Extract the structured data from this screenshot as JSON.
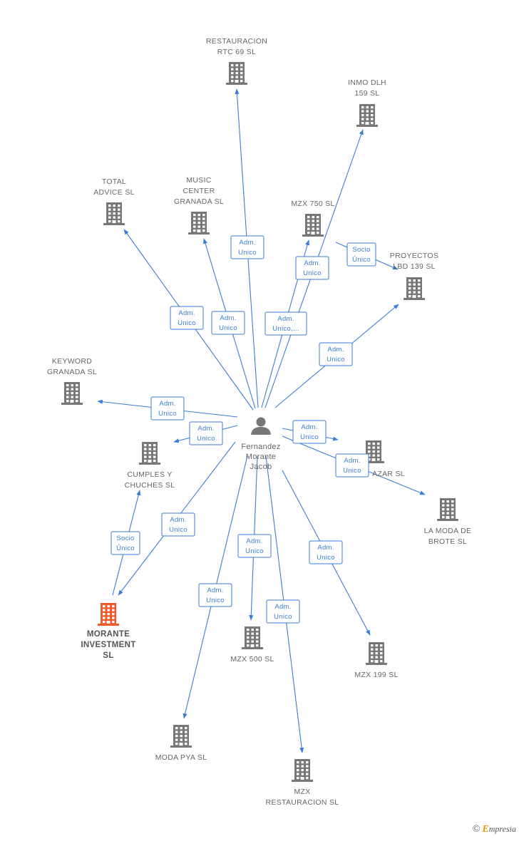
{
  "colors": {
    "edge": "#3b7dd8",
    "building": "#777777",
    "building_highlight": "#f2592a",
    "person": "#777777",
    "brand_e": "#f29200"
  },
  "person": {
    "name_lines": [
      "Fernandez",
      "Morante",
      "Jacob"
    ],
    "icon": "person-icon"
  },
  "companies": [
    {
      "id": "restauracion-rtc-69",
      "lines": [
        "RESTAURACION",
        "RTC 69 SL"
      ],
      "icon": "building-icon"
    },
    {
      "id": "inmo-dlh-159",
      "lines": [
        "INMO DLH",
        "159 SL"
      ],
      "icon": "building-icon"
    },
    {
      "id": "total-advice",
      "lines": [
        "TOTAL",
        "ADVICE  SL"
      ],
      "icon": "building-icon"
    },
    {
      "id": "music-center-granada",
      "lines": [
        "MUSIC",
        "CENTER",
        "GRANADA SL"
      ],
      "icon": "building-icon"
    },
    {
      "id": "mzx-750",
      "lines": [
        "MZX 750 SL"
      ],
      "icon": "building-icon"
    },
    {
      "id": "proyectos-lbd-139",
      "lines": [
        "PROYECTOS",
        "LBD 139 SL"
      ],
      "icon": "building-icon"
    },
    {
      "id": "keyword-granada",
      "lines": [
        "KEYWORD",
        "GRANADA SL"
      ],
      "icon": "building-icon"
    },
    {
      "id": "cumples-y-chuches",
      "lines": [
        "CUMPLES Y",
        "CHUCHES  SL"
      ],
      "icon": "building-icon"
    },
    {
      "id": "azar",
      "lines": [
        "AZAR SL"
      ],
      "icon": "building-icon"
    },
    {
      "id": "la-moda-de-brote",
      "lines": [
        "LA MODA DE",
        "BROTE  SL"
      ],
      "icon": "building-icon"
    },
    {
      "id": "morante-investment",
      "lines": [
        "MORANTE",
        "INVESTMENT",
        "SL"
      ],
      "icon": "building-icon",
      "highlight": true
    },
    {
      "id": "mzx-500",
      "lines": [
        "MZX 500 SL"
      ],
      "icon": "building-icon"
    },
    {
      "id": "mzx-199",
      "lines": [
        "MZX 199 SL"
      ],
      "icon": "building-icon"
    },
    {
      "id": "moda-pya",
      "lines": [
        "MODA PYA SL"
      ],
      "icon": "building-icon"
    },
    {
      "id": "mzx-restauracion",
      "lines": [
        "MZX",
        "RESTAURACION SL"
      ],
      "icon": "building-icon"
    }
  ],
  "relations": [
    {
      "from": "person",
      "to": "restauracion-rtc-69",
      "role": [
        "Adm.",
        "Unico"
      ]
    },
    {
      "from": "person",
      "to": "inmo-dlh-159",
      "role": [
        "Adm.",
        "Unico,..."
      ]
    },
    {
      "from": "person",
      "to": "total-advice",
      "role": [
        "Adm.",
        "Unico"
      ]
    },
    {
      "from": "person",
      "to": "music-center-granada",
      "role": [
        "Adm.",
        "Unico"
      ]
    },
    {
      "from": "person",
      "to": "mzx-750",
      "role": [
        "Adm.",
        "Unico"
      ]
    },
    {
      "from": "mzx-750",
      "to": "proyectos-lbd-139",
      "role": [
        "Socio",
        "Único"
      ]
    },
    {
      "from": "person",
      "to": "proyectos-lbd-139",
      "role": [
        "Adm.",
        "Unico"
      ]
    },
    {
      "from": "person",
      "to": "keyword-granada",
      "role": [
        "Adm.",
        "Unico"
      ]
    },
    {
      "from": "person",
      "to": "cumples-y-chuches",
      "role": [
        "Adm.",
        "Unico"
      ]
    },
    {
      "from": "person",
      "to": "azar",
      "role": [
        "Adm.",
        "Unico"
      ]
    },
    {
      "from": "person",
      "to": "la-moda-de-brote",
      "role": [
        "Adm.",
        "Unico"
      ]
    },
    {
      "from": "person",
      "to": "morante-investment",
      "role": [
        "Adm.",
        "Unico"
      ]
    },
    {
      "from": "morante-investment",
      "to": "cumples-y-chuches",
      "role": [
        "Socio",
        "Único"
      ]
    },
    {
      "from": "person",
      "to": "mzx-500",
      "role": [
        "Adm.",
        "Unico"
      ]
    },
    {
      "from": "person",
      "to": "mzx-199",
      "role": [
        "Adm.",
        "Unico"
      ]
    },
    {
      "from": "person",
      "to": "moda-pya",
      "role": [
        "Adm.",
        "Unico"
      ]
    },
    {
      "from": "person",
      "to": "mzx-restauracion",
      "role": [
        "Adm.",
        "Unico"
      ]
    }
  ],
  "footer": {
    "copyright": "©",
    "brand_e": "E",
    "brand_rest": "mpresia"
  }
}
